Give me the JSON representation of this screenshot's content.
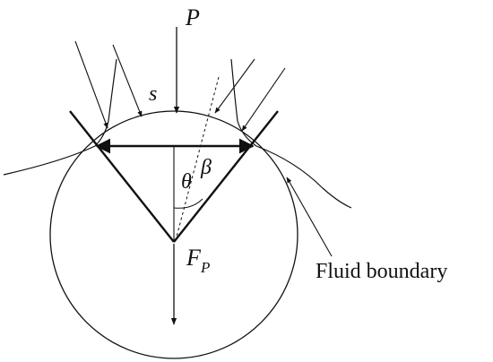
{
  "labels": {
    "P": "P",
    "s": "s",
    "theta": "θ",
    "beta": "β",
    "F_main": "F",
    "F_sub": "P",
    "fluid_boundary": "Fluid boundary"
  },
  "colors": {
    "stroke": "#111111",
    "background": "#ffffff"
  }
}
